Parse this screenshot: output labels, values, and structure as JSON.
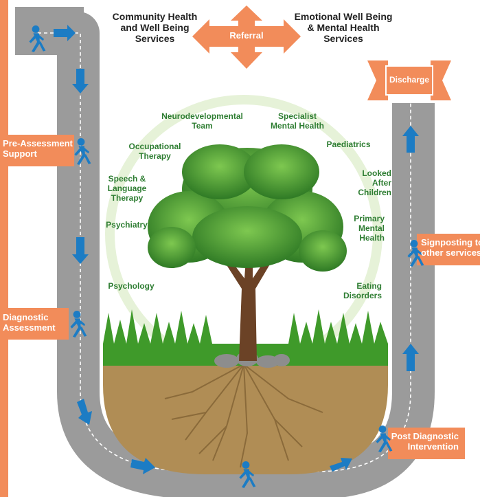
{
  "colors": {
    "road": "#9b9b9b",
    "accent": "#f28c5a",
    "arrow": "#1c7cc4",
    "walker": "#1c7cc4",
    "service_text": "#2e7d32",
    "heading_text": "#222222"
  },
  "header": {
    "left_service": [
      "Community Health",
      "and Well Being",
      "Services"
    ],
    "referral": "Referral",
    "right_service": [
      "Emotional Well Being",
      "& Mental Health",
      "Services"
    ],
    "discharge": "Discharge"
  },
  "pathway": {
    "pre_assessment": [
      "Pre-Assessment",
      "Support"
    ],
    "diagnostic": [
      "Diagnostic",
      "Assessment"
    ],
    "post_diagnostic": [
      "Post Diagnostic",
      "Intervention"
    ],
    "signposting": [
      "Signposting to",
      "other services"
    ]
  },
  "services": {
    "neurodevelopmental": [
      "Neurodevelopmental",
      "Team"
    ],
    "specialist": [
      "Specialist",
      "Mental Health"
    ],
    "occupational": [
      "Occupational",
      "Therapy"
    ],
    "paediatrics": [
      "Paediatrics"
    ],
    "speech": [
      "Speech &",
      "Language",
      "Therapy"
    ],
    "looked_after": [
      "Looked",
      "After",
      "Children"
    ],
    "psychiatry": [
      "Psychiatry"
    ],
    "primary": [
      "Primary",
      "Mental",
      "Health"
    ],
    "psychology": [
      "Psychology"
    ],
    "eating": [
      "Eating",
      "Disorders"
    ]
  },
  "icons": {
    "walker": "walking-person-icon",
    "arrow": "direction-arrow-icon",
    "tree": "tree-illustration",
    "referral": "four-way-arrow-icon",
    "discharge": "banner-icon"
  }
}
